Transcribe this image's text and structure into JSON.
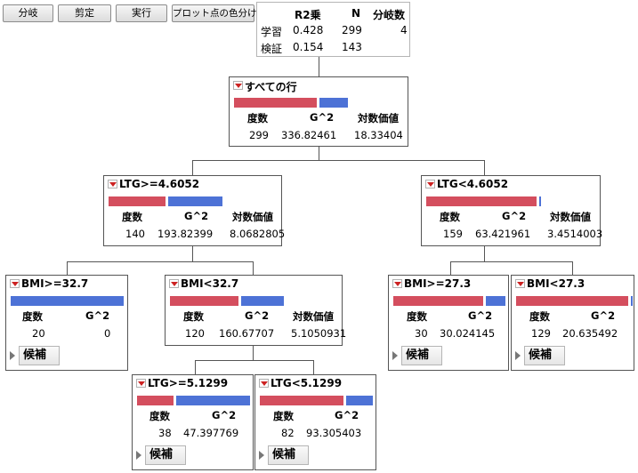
{
  "toolbar": {
    "split": "分岐",
    "prune": "剪定",
    "go": "実行",
    "color_points": "プロット点の色分け"
  },
  "summary": {
    "headers": [
      "R2乗",
      "N",
      "分岐数"
    ],
    "rows": [
      {
        "label": "学習",
        "r2": "0.428",
        "n": "299",
        "splits": "4"
      },
      {
        "label": "検証",
        "r2": "0.154",
        "n": "143",
        "splits": ""
      }
    ]
  },
  "labels": {
    "count": "度数",
    "g2": "G^2",
    "logworth": "対数価値",
    "candidates": "候補"
  },
  "colors": {
    "red_bar": "#d44e5e",
    "blue_bar": "#4d72d6"
  },
  "nodes": {
    "root": {
      "title": "すべての行",
      "count": "299",
      "g2": "336.82461",
      "logworth": "18.33404",
      "red_fraction": 0.73
    },
    "ltg_ge_4_6052": {
      "title": "LTG>=4.6052",
      "count": "140",
      "g2": "193.82399",
      "logworth": "8.0682805",
      "red_fraction": 0.5
    },
    "ltg_lt_4_6052": {
      "title": "LTG<4.6052",
      "count": "159",
      "g2": "63.421961",
      "logworth": "3.4514003",
      "red_fraction": 0.97
    },
    "bmi_ge_32_7": {
      "title": "BMI>=32.7",
      "count": "20",
      "g2": "0",
      "red_fraction": 0.0
    },
    "bmi_lt_32_7": {
      "title": "BMI<32.7",
      "count": "120",
      "g2": "160.67707",
      "logworth": "5.1050931",
      "red_fraction": 0.6
    },
    "bmi_ge_27_3": {
      "title": "BMI>=27.3",
      "count": "30",
      "g2": "30.024145",
      "red_fraction": 0.8
    },
    "bmi_lt_27_3": {
      "title": "BMI<27.3",
      "count": "129",
      "g2": "20.635492",
      "red_fraction": 0.98
    },
    "ltg_ge_5_1299": {
      "title": "LTG>=5.1299",
      "count": "38",
      "g2": "47.397769",
      "red_fraction": 0.32
    },
    "ltg_lt_5_1299": {
      "title": "LTG<5.1299",
      "count": "82",
      "g2": "93.305403",
      "red_fraction": 0.74
    }
  }
}
